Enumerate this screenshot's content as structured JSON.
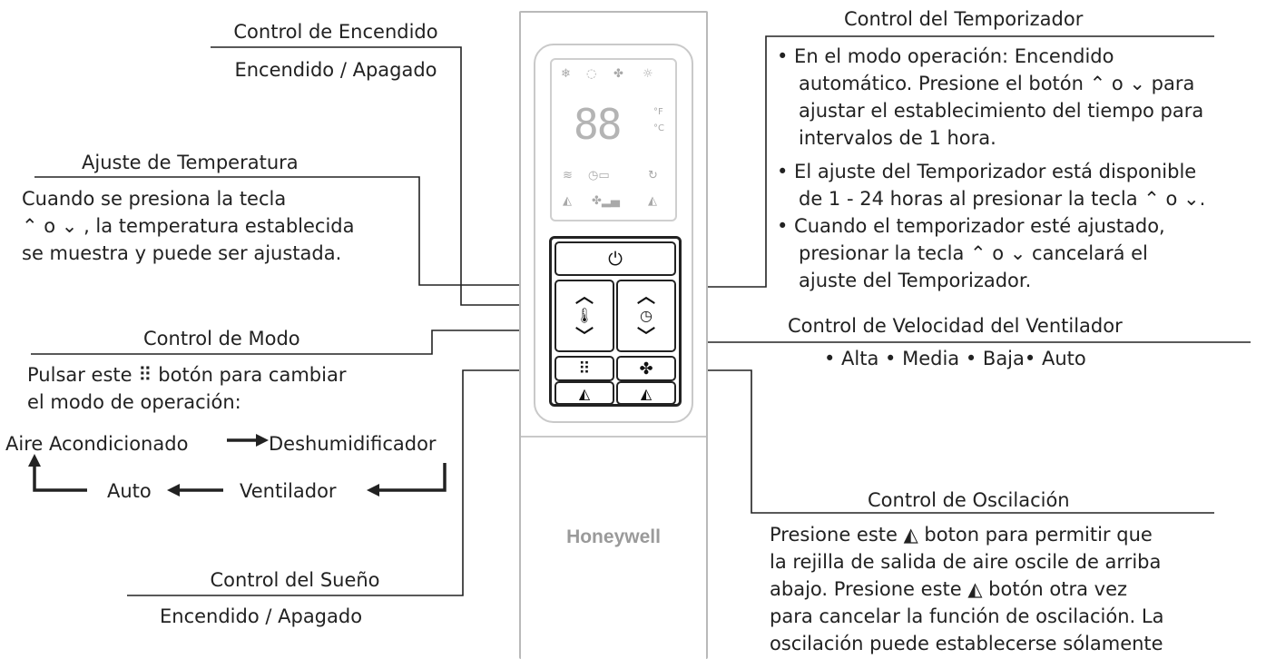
{
  "power": {
    "title": "Control de Encendido",
    "desc": "Encendido / Apagado"
  },
  "temperature": {
    "title": "Ajuste de Temperatura",
    "lines": [
      "Cuando se presiona la tecla",
      "⌃ o ⌄ , la temperatura establecida",
      "se muestra y puede ser ajustada."
    ]
  },
  "mode": {
    "title": "Control de Modo",
    "lines": [
      "Pulsar este ⠿ botón para cambiar",
      "el modo de operación:"
    ],
    "cycle": {
      "air_conditioner": "Aire Acondicionado",
      "dehumidifier": "Deshumidificador",
      "fan": "Ventilador",
      "auto": "Auto"
    }
  },
  "sleep": {
    "title": "Control del Sueño",
    "desc": "Encendido / Apagado"
  },
  "timer": {
    "title": "Control del Temporizador",
    "lines": [
      "• En el modo operación: Encendido",
      "automático. Presione el botón ⌃ o ⌄ para",
      "ajustar el establecimiento del tiempo para",
      "intervalos de 1 hora.",
      "• El ajuste del Temporizador está disponible",
      "de 1 - 24 horas al presionar la tecla ⌃ o ⌄.",
      "• Cuando el temporizador esté ajustado,",
      "presionar la tecla ⌃ o ⌄ cancelará el",
      "ajuste del Temporizador."
    ]
  },
  "fan_speed": {
    "title": "Control de Velocidad del Ventilador",
    "desc": "• Alta • Media • Baja• Auto"
  },
  "swing": {
    "title": "Control de Oscilación",
    "lines": [
      "Presione este ◭ boton para permitir que",
      "la rejilla de salida de aire oscile de arriba",
      "abajo. Presione este ◭ botón otra vez",
      "para cancelar la función de oscilación. La",
      "oscilación puede establecerse sólamente"
    ]
  },
  "remote": {
    "brand": "Honeywell",
    "display_digits": "88",
    "unit_f": "°F",
    "unit_c": "°C",
    "icons": [
      "snowflake-icon",
      "dehumidify-icon",
      "fan-icon",
      "sun-icon",
      "wifi-icon",
      "timer-icon",
      "swing-icon",
      "sleep-icon",
      "fan-speed-icon"
    ]
  },
  "colors": {
    "text": "#222222",
    "line": "#222222",
    "housing": "#b9b9b9",
    "brand": "#9a9a9a"
  }
}
